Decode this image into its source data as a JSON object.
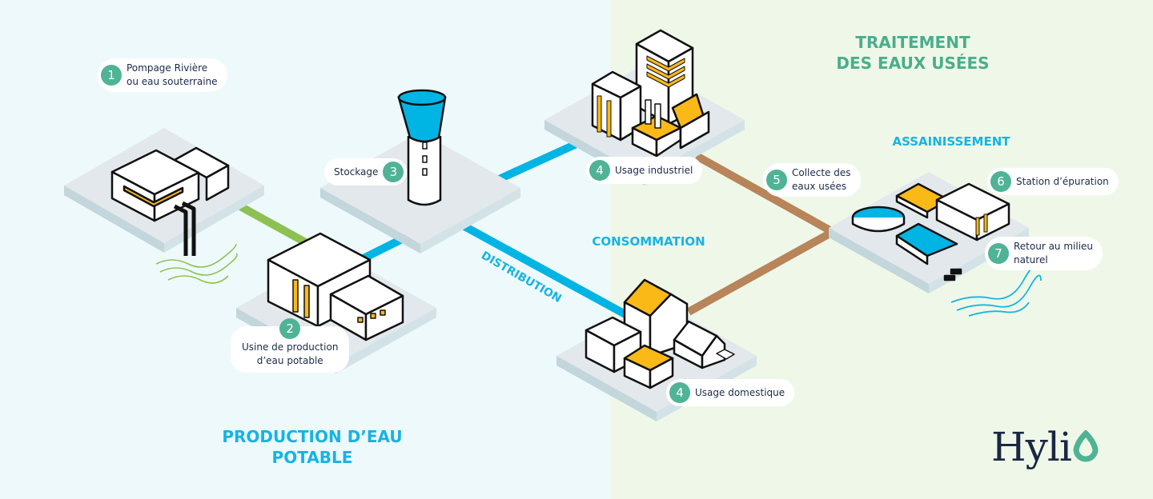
{
  "sections": {
    "production": "PRODUCTION D’EAU\nPOTABLE",
    "traitement": "TRAITEMENT\nDES EAUX USÉES",
    "assainissement": "ASSAINISSEMENT",
    "consommation": "CONSOMMATION",
    "distribution": "DISTRIBUTION"
  },
  "steps": [
    {
      "number": "1",
      "label": "Pompage Rivière\nou eau souterraine"
    },
    {
      "number": "2",
      "label": "Usine de production\nd’eau potable"
    },
    {
      "number": "3",
      "label": "Stockage"
    },
    {
      "number": "4",
      "label": "Usage industriel"
    },
    {
      "number": "4",
      "label": "Usage domestique"
    },
    {
      "number": "5",
      "label": "Collecte des\neaux usées"
    },
    {
      "number": "6",
      "label": "Station d’épuration"
    },
    {
      "number": "7",
      "label": "Retour au milieu\nnaturel"
    }
  ],
  "logo": {
    "text": "Hyli"
  },
  "colors": {
    "water_pipe": "#00b4e4",
    "raw_pipe": "#8dc153",
    "waste_pipe": "#b8845a",
    "badge": "#4fb395",
    "accent_yellow": "#fbb917",
    "left_bg": "#eef9fc",
    "right_bg": "#eff8e8"
  }
}
